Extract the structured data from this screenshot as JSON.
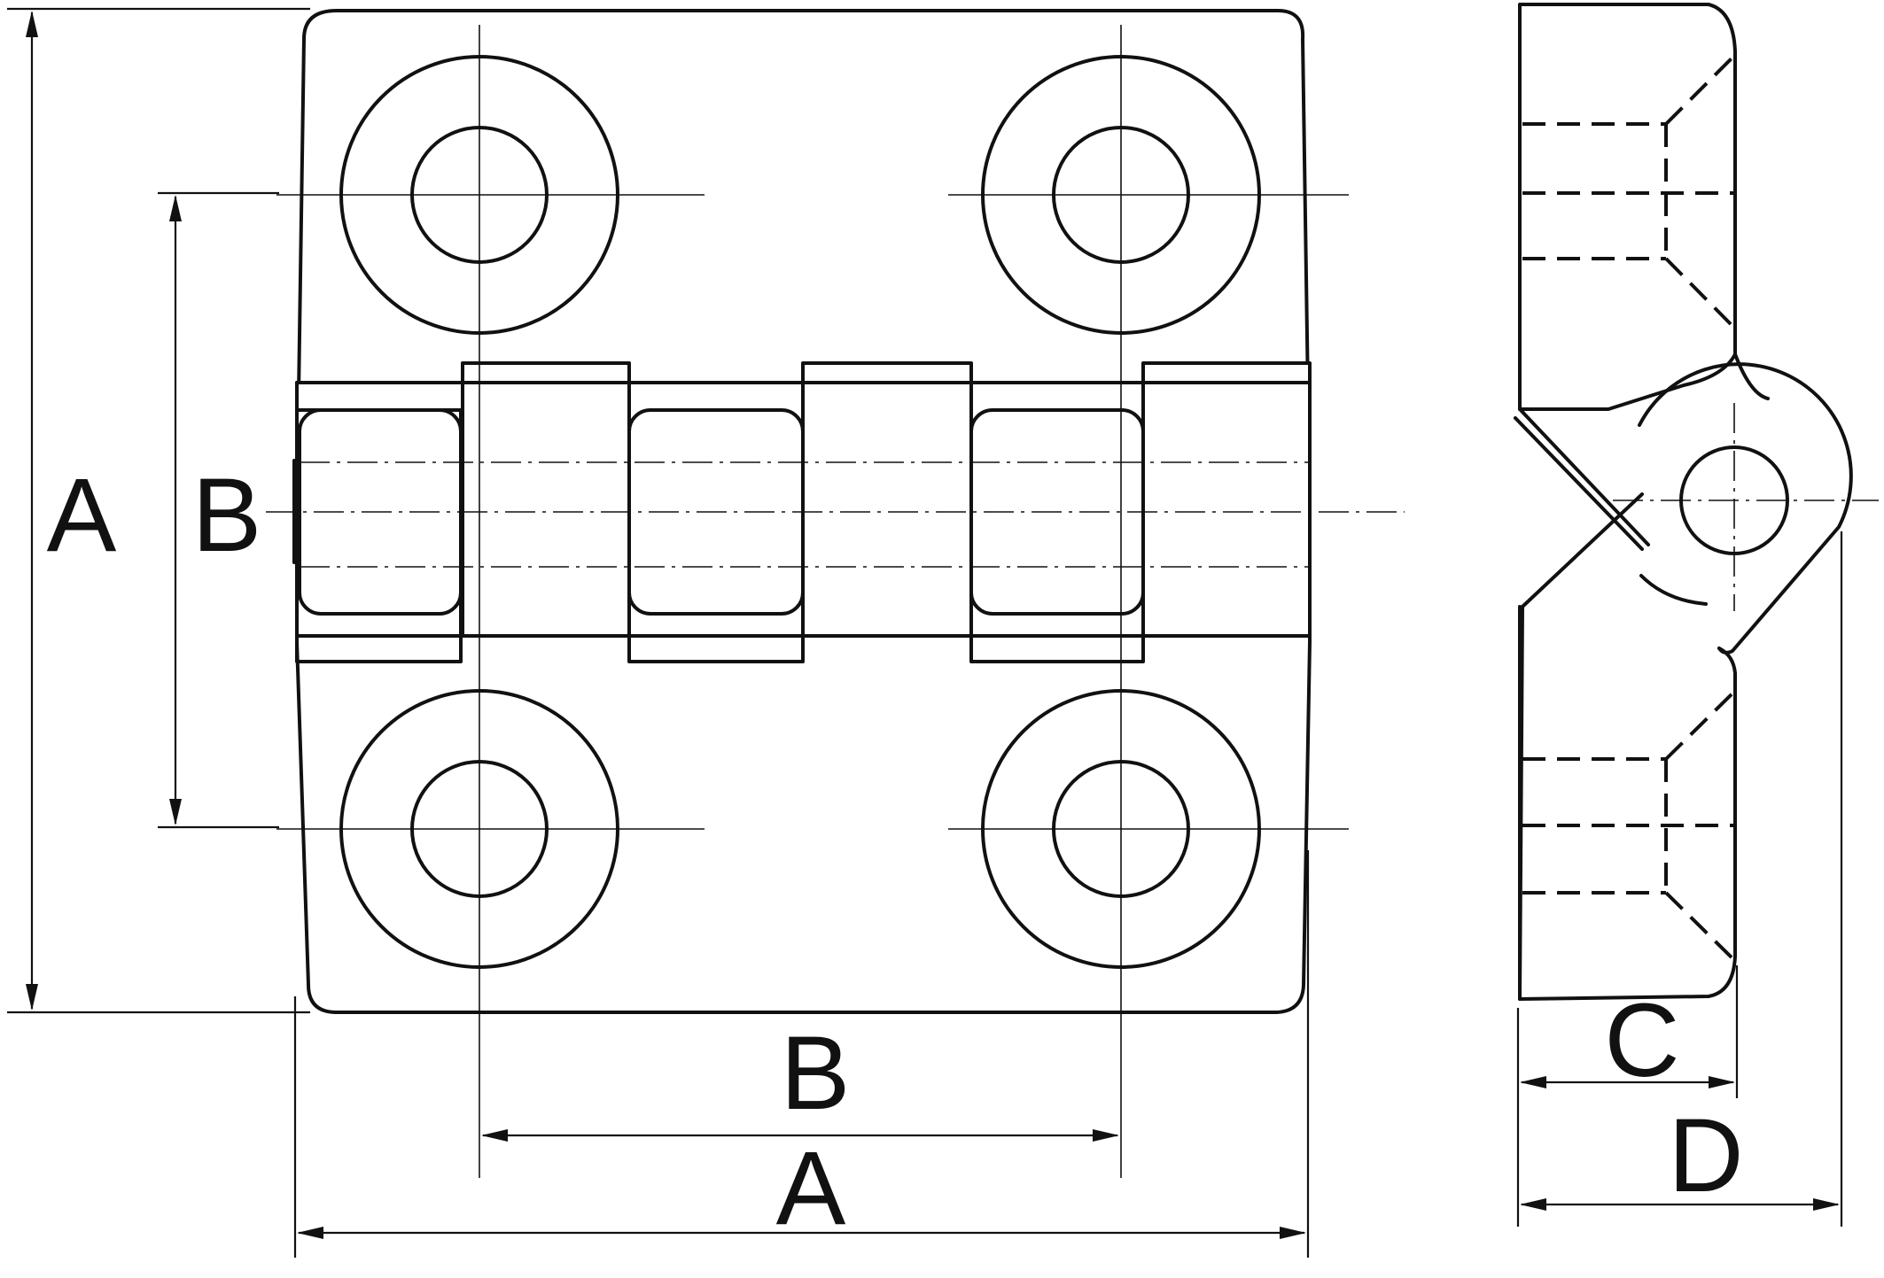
{
  "dimensions": {
    "overall_height": "A",
    "hole_spacing_vertical": "B",
    "hole_spacing_horizontal": "B",
    "overall_width": "A",
    "side_thickness": "C",
    "side_depth": "D"
  }
}
